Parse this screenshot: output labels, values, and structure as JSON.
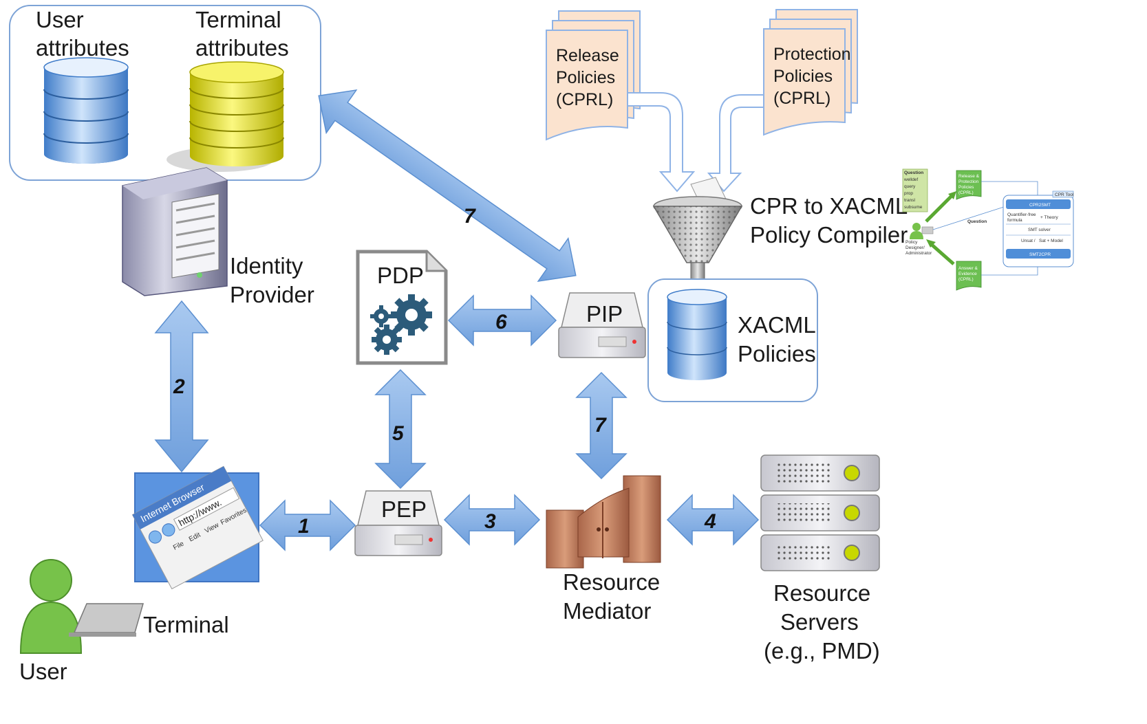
{
  "labels": {
    "user_attributes": [
      "User",
      "attributes"
    ],
    "terminal_attributes": [
      "Terminal",
      "attributes"
    ],
    "identity_provider": [
      "Identity",
      "Provider"
    ],
    "terminal": "Terminal",
    "user": "User",
    "pdp": "PDP",
    "pip": "PIP",
    "pep": "PEP",
    "xacml_policies": [
      "XACML",
      "Policies"
    ],
    "compiler": [
      "CPR to XACML",
      "Policy Compiler"
    ],
    "release_policies": [
      "Release",
      "Policies",
      "(CPRL)"
    ],
    "protection_policies": [
      "Protection",
      "Policies",
      "(CPRL)"
    ],
    "resource_mediator": [
      "Resource",
      "Mediator"
    ],
    "resource_servers": [
      "Resource",
      "Servers",
      "(e.g., PMD)"
    ]
  },
  "flows": [
    "1",
    "2",
    "3",
    "4",
    "5",
    "6",
    "7",
    "7"
  ],
  "browser": {
    "title": "Internet Browser",
    "url": "http://www.",
    "menu": [
      "File",
      "Edit",
      "View",
      "Favorites"
    ]
  },
  "inset": {
    "question_list": [
      "Question",
      "welldef",
      "query",
      "prop",
      "transl",
      "subsume"
    ],
    "release_doc": [
      "Release &",
      "Protection",
      "Policies",
      "(CPRL)"
    ],
    "answer_doc": [
      "Answer &",
      "Evidence",
      "(CPRL)"
    ],
    "designer": [
      "Policy",
      "Designer/",
      "Administrator"
    ],
    "question_label": "Question",
    "tool_title": "CPR Tool",
    "tool_rows": [
      "CPR2SMT",
      "Quantifier-free",
      "formula",
      "+ Theory",
      "SMT solver",
      "Unsat /",
      "Sat + Model",
      "SMT2CPR"
    ]
  },
  "colors": {
    "arrow_fill": "#7aa9e0",
    "arrow_stroke": "#5b8fd0",
    "container_stroke": "#7da3d6",
    "doc_fill": "#fbe3cf",
    "doc_stroke": "#8fb3e6",
    "db_blue": "#6fa6e0",
    "db_yellow": "#e5e000",
    "gear": "#2c5b7a",
    "green": "#5aa832"
  }
}
